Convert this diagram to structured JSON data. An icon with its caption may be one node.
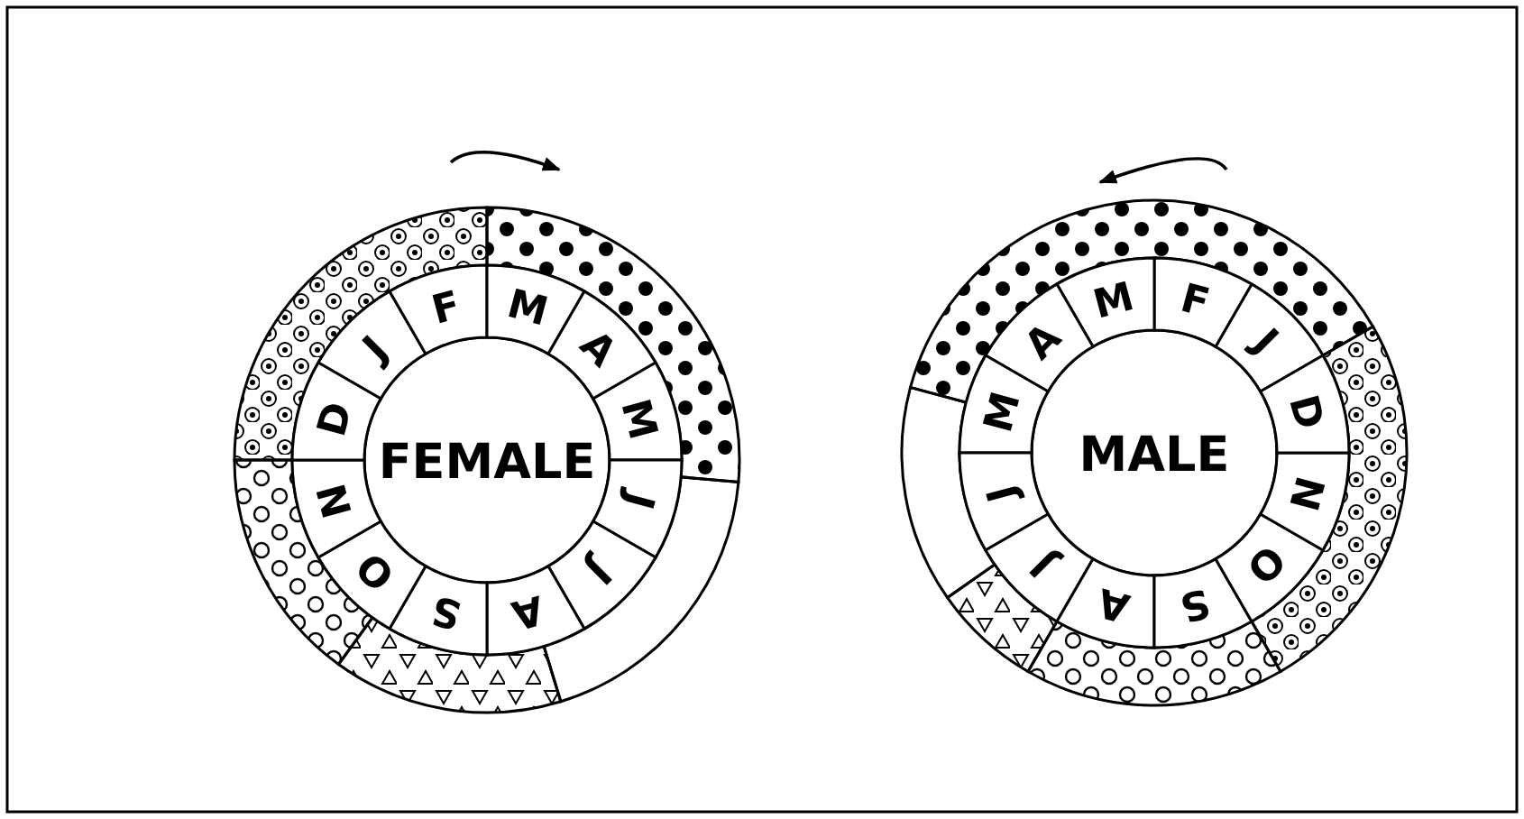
{
  "diagram": {
    "nodes": [
      {
        "text": [
          "FEMALE"
        ]
      },
      {
        "text": [
          "J"
        ]
      },
      {
        "text": [
          "F"
        ]
      },
      {
        "text": [
          "M"
        ]
      },
      {
        "text": [
          "A"
        ]
      },
      {
        "text": [
          "M"
        ]
      },
      {
        "text": [
          "J"
        ]
      },
      {
        "text": [
          "J"
        ]
      },
      {
        "text": [
          "A"
        ]
      },
      {
        "text": [
          "S"
        ]
      },
      {
        "text": [
          "O"
        ]
      },
      {
        "text": [
          "N"
        ]
      },
      {
        "text": [
          "D"
        ]
      },
      {
        "text": [
          "MALE"
        ]
      },
      {
        "text": [
          "J"
        ]
      },
      {
        "text": [
          "F"
        ]
      },
      {
        "text": [
          "M"
        ]
      },
      {
        "text": [
          "A"
        ]
      },
      {
        "text": [
          "M"
        ]
      },
      {
        "text": [
          "J"
        ]
      },
      {
        "text": [
          "J"
        ]
      },
      {
        "text": [
          "A"
        ]
      },
      {
        "text": [
          "S"
        ]
      },
      {
        "text": [
          "O"
        ]
      },
      {
        "text": [
          "N"
        ]
      },
      {
        "text": [
          "D"
        ]
      }
    ]
  }
}
